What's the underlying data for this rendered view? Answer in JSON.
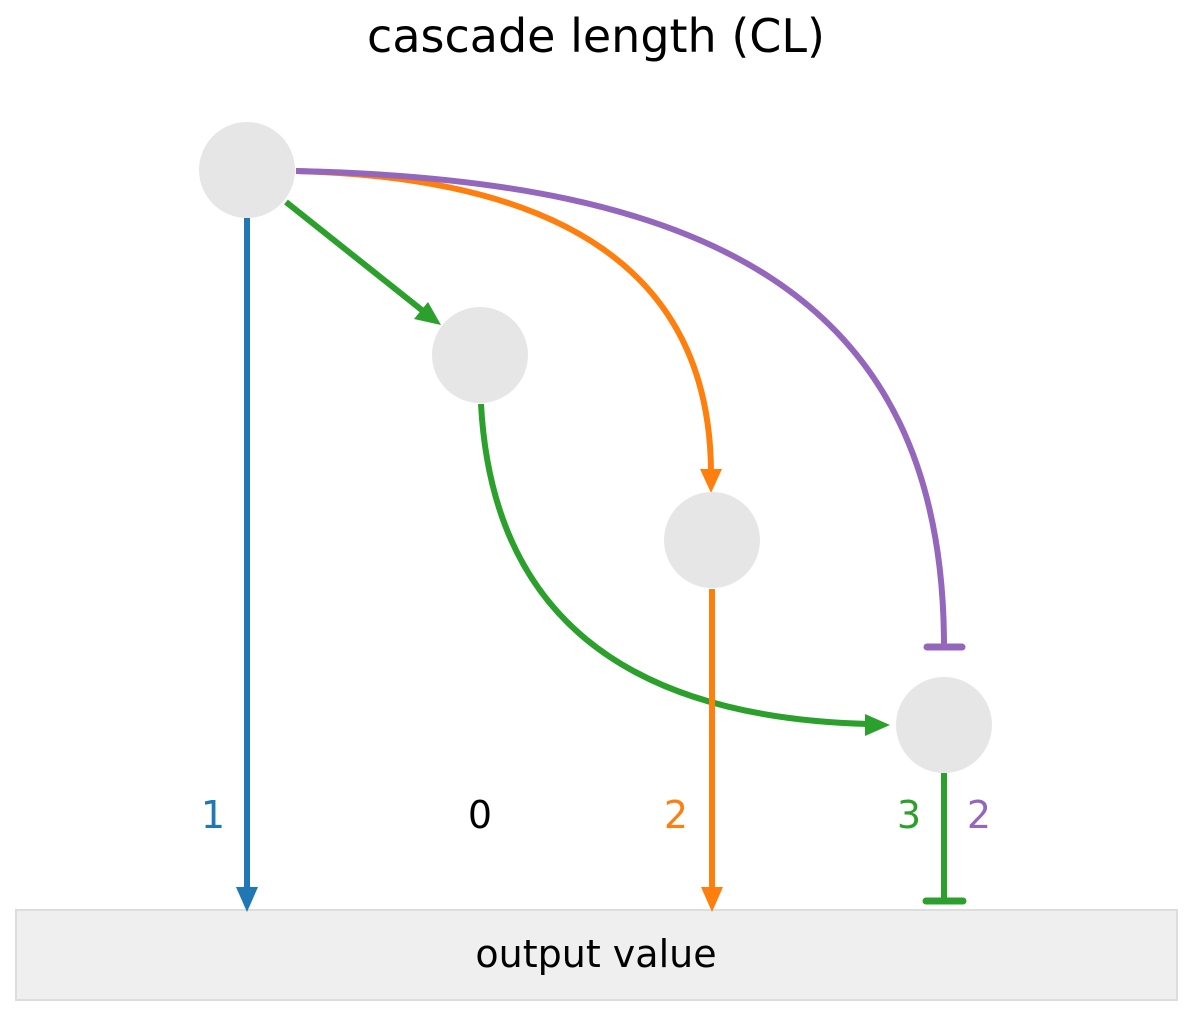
{
  "title": "cascade length (CL)",
  "output_box": {
    "label": "output value"
  },
  "nodes": [
    {
      "id": "A"
    },
    {
      "id": "B"
    },
    {
      "id": "C"
    },
    {
      "id": "D"
    }
  ],
  "edges": [
    {
      "from": "A",
      "to": "output",
      "type": "activation",
      "color": "#1f77b4"
    },
    {
      "from": "A",
      "to": "B",
      "type": "activation",
      "color": "#2ca02c"
    },
    {
      "from": "B",
      "to": "D",
      "type": "activation",
      "color": "#2ca02c"
    },
    {
      "from": "D",
      "to": "output",
      "type": "inhibition",
      "color": "#2ca02c"
    },
    {
      "from": "A",
      "to": "C",
      "type": "activation",
      "color": "#ff7f0e"
    },
    {
      "from": "C",
      "to": "output",
      "type": "activation",
      "color": "#ff7f0e"
    },
    {
      "from": "A",
      "to": "D",
      "type": "inhibition",
      "color": "#9467bd"
    }
  ],
  "cascade_labels": [
    {
      "text": "1",
      "color": "#1f77b4"
    },
    {
      "text": "0",
      "color": "#000000"
    },
    {
      "text": "2",
      "color": "#ff7f0e"
    },
    {
      "text": "3",
      "color": "#2ca02c"
    },
    {
      "text": "2",
      "color": "#9467bd"
    }
  ],
  "colors": {
    "node_fill": "#e6e6e6",
    "output_fill": "#efefef",
    "output_border": "#dddddd",
    "blue": "#1f77b4",
    "green": "#2ca02c",
    "orange": "#ff7f0e",
    "purple": "#9467bd"
  }
}
